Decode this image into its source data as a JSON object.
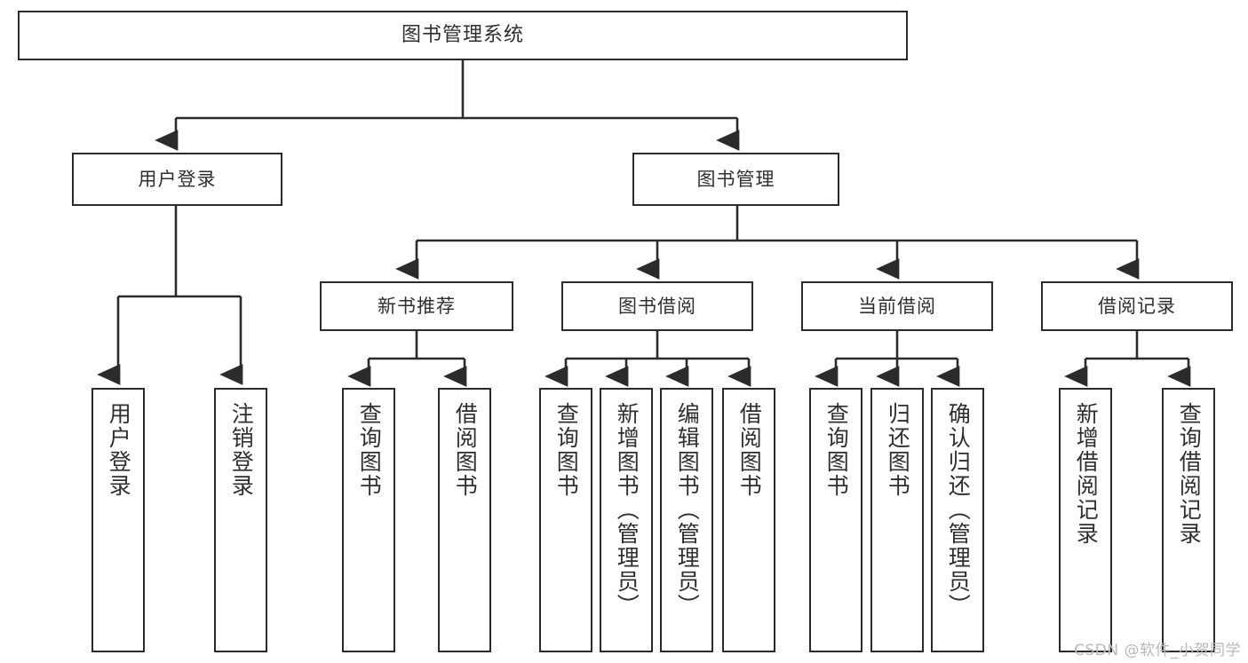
{
  "diagram": {
    "title": "图书管理系统",
    "type": "tree-structure-chart",
    "colors": {
      "box_border": "#2b2b2b",
      "box_fill": "#ffffff",
      "text": "#2f2f2f",
      "connector": "#2b2b2b",
      "watermark": "#b9b9b9",
      "background": "#ffffff"
    },
    "root": {
      "label": "图书管理系统"
    },
    "level1": [
      {
        "label": "用户登录"
      },
      {
        "label": "图书管理"
      }
    ],
    "level2": [
      {
        "label": "新书推荐"
      },
      {
        "label": "图书借阅"
      },
      {
        "label": "当前借阅"
      },
      {
        "label": "借阅记录"
      }
    ],
    "leaves": {
      "user_login": [
        {
          "label": "用户登录"
        },
        {
          "label": "注销登录"
        }
      ],
      "new_book_recommend": [
        {
          "label": "查询图书"
        },
        {
          "label": "借阅图书"
        }
      ],
      "book_borrow": [
        {
          "label": "查询图书"
        },
        {
          "label": "新增图书（管理员）"
        },
        {
          "label": "编辑图书（管理员）"
        },
        {
          "label": "借阅图书"
        }
      ],
      "current_borrow": [
        {
          "label": "查询图书"
        },
        {
          "label": "归还图书"
        },
        {
          "label": "确认归还（管理员）"
        }
      ],
      "borrow_record": [
        {
          "label": "新增借阅记录"
        },
        {
          "label": "查询借阅记录"
        }
      ]
    }
  },
  "watermark": {
    "text": "CSDN @软件_小贺同学"
  }
}
